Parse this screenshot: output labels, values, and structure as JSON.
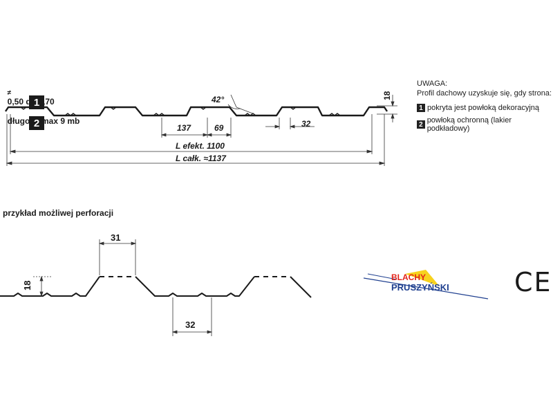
{
  "header": {
    "thickness_text": "0,50 do 0,70",
    "length_text": "długość max 9 mb",
    "thickness_symbol": "≠"
  },
  "note": {
    "title": "UWAGA:",
    "intro": "Profil dachowy uzyskuje się, gdy strona:",
    "items": [
      {
        "num": "1",
        "text": "pokryta jest powłoką dekoracyjną"
      },
      {
        "num": "2",
        "text": "powłoką ochronną (lakier podkładowy)"
      }
    ]
  },
  "profile": {
    "side_markers": [
      "1",
      "2"
    ],
    "angle_label": "42°",
    "height_label": "18",
    "dims": {
      "d137": "137",
      "d69": "69",
      "d32": "32"
    },
    "l_efekt": "L efekt. 1100",
    "l_calk": "L całk. ≈1137"
  },
  "perforation": {
    "title": "przykład możliwej perforacji",
    "dims": {
      "top": "31",
      "height": "18",
      "bottom": "32"
    }
  },
  "brand": {
    "line1": "BLACHY",
    "line2": "PRUSZYŃSKI",
    "red": "#e2231a",
    "blue": "#1f3f8f",
    "yellow": "#f7d21e"
  },
  "certification": {
    "mark": "CE"
  }
}
